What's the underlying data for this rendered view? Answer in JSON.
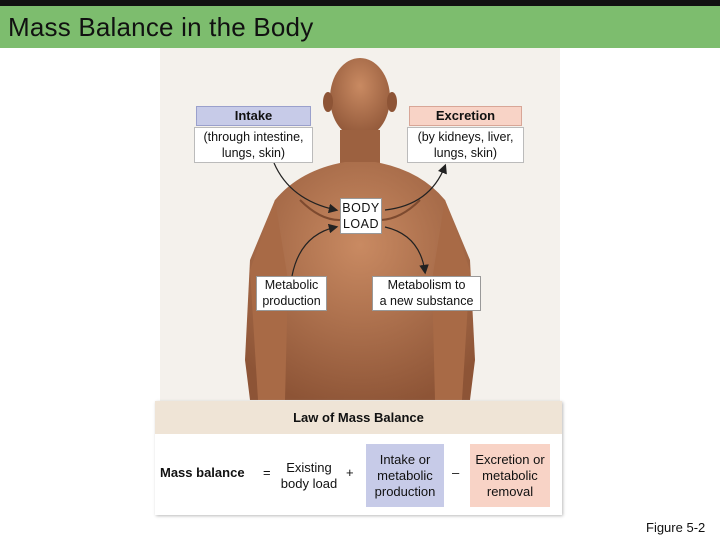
{
  "title": "Mass Balance in the Body",
  "diagram": {
    "intake_header": "Intake",
    "intake_detail_1": "(through intestine,",
    "intake_detail_2": "lungs, skin)",
    "excretion_header": "Excretion",
    "excretion_detail_1": "(by kidneys, liver,",
    "excretion_detail_2": "lungs, skin)",
    "body_load_1": "BODY",
    "body_load_2": "LOAD",
    "metabolic_production_1": "Metabolic",
    "metabolic_production_2": "production",
    "metabolism_new_1": "Metabolism to",
    "metabolism_new_2": "a new substance"
  },
  "law": {
    "header": "Law of Mass Balance",
    "label": "Mass balance",
    "equals": "=",
    "existing_1": "Existing",
    "existing_2": "body load",
    "plus": "+",
    "intake_1": "Intake or",
    "intake_2": "metabolic",
    "intake_3": "production",
    "minus": "–",
    "excretion_1": "Excretion or",
    "excretion_2": "metabolic",
    "excretion_3": "removal"
  },
  "colors": {
    "title_bar": "#7dbd6e",
    "intake": "#c7cbe8",
    "excretion": "#f8d3c6",
    "law_header": "#efe4d6",
    "skin": "#b9754f"
  },
  "figure_label": "Figure 5-2"
}
